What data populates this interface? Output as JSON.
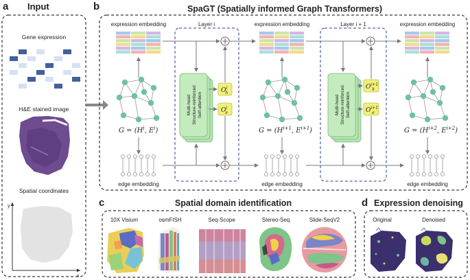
{
  "panel_a": {
    "letter": "a",
    "title": "Input",
    "gene_expression_label": "Gene expression",
    "he_label": "H&E stained image",
    "spatial_label": "Spatial coordinates",
    "axis_y": "y",
    "axis_x": "x"
  },
  "panel_b": {
    "letter": "b",
    "title": "SpaGT (Spatially informed Graph Transformers)",
    "expr_embedding_1": "expression embedding",
    "expr_embedding_2": "expression embedding",
    "expr_embedding_3": "expression embedding",
    "layer_i": "Layer i",
    "layer_i1": "Layer i + 1",
    "attention_label": "Multi-head Structure-reinforced Self-attention",
    "graph_eq_1": "G = (H^i, E^i)",
    "graph_eq_2": "G = (H^{i+1}, E^{i+1})",
    "graph_eq_3": "G = (H^{i+2}, E^{i+2})",
    "oh_i": "O_h^i",
    "oe_i": "O_e^i",
    "oh_i1": "O_h^{i+1}",
    "oe_i1": "O_e^{i+1}",
    "edge_embedding_1": "edge embedding",
    "edge_embedding_2": "edge embedding",
    "edge_embedding_3": "edge embedding"
  },
  "panel_c": {
    "letter": "c",
    "title": "Spatial domain identification",
    "datasets": [
      "10X Visium",
      "osmFISH",
      "Seq-Scope",
      "Stereo-Seq",
      "Slide-SeqV2"
    ]
  },
  "panel_d": {
    "letter": "d",
    "title": "Expression denoising",
    "original": "Original",
    "denoised": "Denoised"
  },
  "colors": {
    "node": "#6fc0a6",
    "attention_box": "#b6e3b0",
    "o_box": "#f0f07a",
    "dashed_border": "#333333",
    "layer_border": "#2a3a8a",
    "heatmap_dark": "#2c4f91",
    "heatmap_light": "#c9daf0"
  }
}
